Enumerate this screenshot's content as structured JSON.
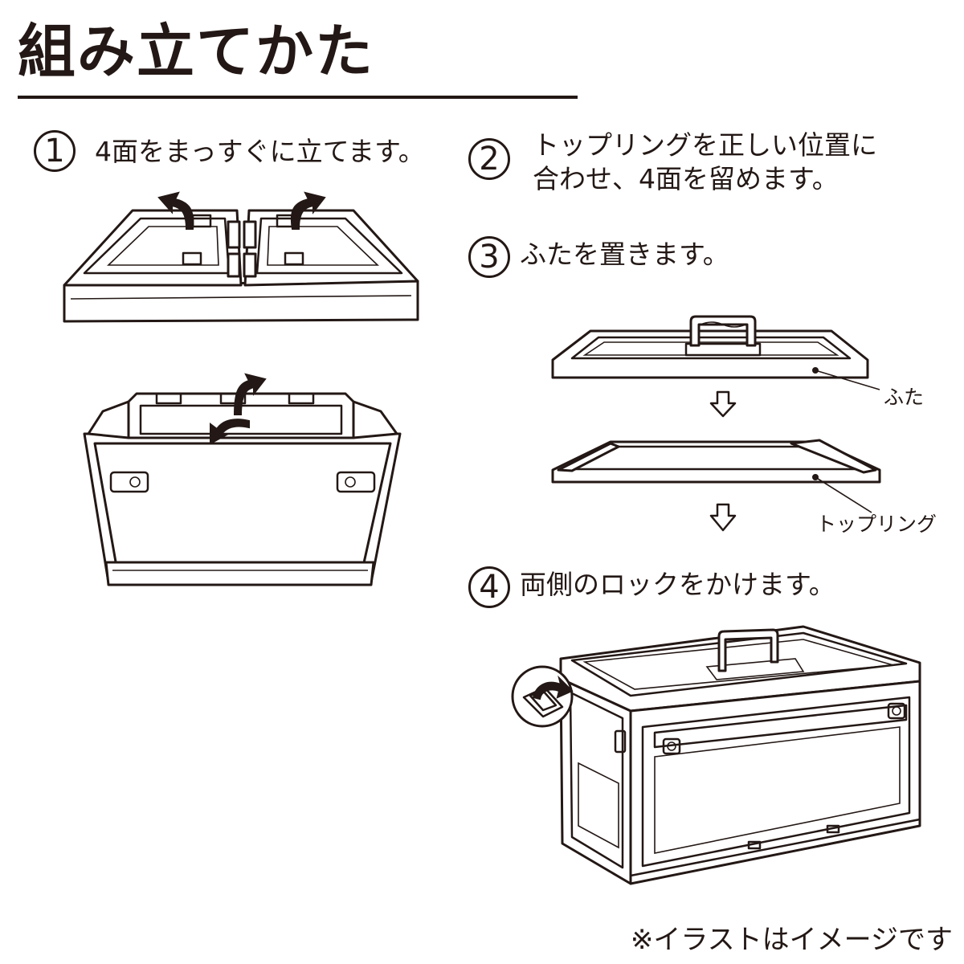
{
  "title": "組み立てかた",
  "steps": [
    {
      "num": "1",
      "text": "4面をまっすぐに立てます。"
    },
    {
      "num": "2",
      "text": "トップリングを正しい位置に\n合わせ、4面を留めます。"
    },
    {
      "num": "3",
      "text": "ふたを置きます。"
    },
    {
      "num": "4",
      "text": "両側のロックをかけます。"
    }
  ],
  "callouts": {
    "lid": "ふた",
    "top_ring": "トップリング"
  },
  "note": "※イラストはイメージです",
  "colors": {
    "ink": "#231815",
    "background": "#ffffff"
  }
}
